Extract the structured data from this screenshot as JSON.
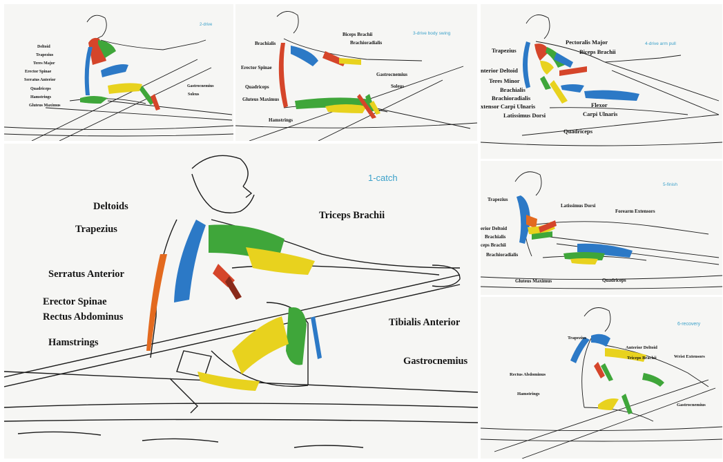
{
  "colors": {
    "caption": "#3aa0c9",
    "blue": "#2c79c6",
    "green": "#3fa63a",
    "yellow": "#e8d21e",
    "red": "#d5452a",
    "orange": "#e36a1f",
    "ink": "#1a1a1a",
    "paper": "#f6f6f4"
  },
  "panels": {
    "drive": {
      "caption": "2-drive",
      "labels": [
        "Deltoid",
        "Trapezius",
        "Teres Major",
        "Erector Spinae",
        "Serratus Anterior",
        "Quadriceps",
        "Hamstrings",
        "Gluteus Maximus",
        "Gastrocnemius",
        "Soleus"
      ]
    },
    "body_swing": {
      "caption": "3-drive body swing",
      "labels": [
        "Brachialis",
        "Biceps Brachii",
        "Brachioradialis",
        "Erector Spinae",
        "Gastrocnemius",
        "Quadriceps",
        "Soleus",
        "Gluteus Maximus",
        "Hamstrings"
      ]
    },
    "arm_pull": {
      "caption": "4-drive arm pull",
      "labels": [
        "Trapezius",
        "Pectoralis Major",
        "Biceps Brachii",
        "nterior Deltoid",
        "Teres Minor",
        "Brachialis",
        "Brachioradialis",
        "xtensor Carpi Ulnaris",
        "Latissimus Dorsi",
        "Flexor",
        "Carpi Ulnaris",
        "Quadriceps"
      ]
    },
    "catch": {
      "caption": "1-catch",
      "labels": [
        "Deltoids",
        "Trapezius",
        "Triceps Brachii",
        "Serratus Anterior",
        "Erector Spinae",
        "Rectus Abdominus",
        "Tibialis Anterior",
        "Hamstrings",
        "Gastrocnemius"
      ]
    },
    "finish": {
      "caption": "5-finish",
      "labels": [
        "Trapezius",
        "Latissimus Dorsi",
        "Forearm Extensors",
        "erior Deltoid",
        "Brachialis",
        "ceps Brachii",
        "Brachioradialis",
        "Gluteus Maximus",
        "Quadriceps"
      ]
    },
    "recovery": {
      "caption": "6-recovery",
      "labels": [
        "Trapezius",
        "Anterior Deltoid",
        "Triceps Brachii",
        "Wrist Extensors",
        "Rectus Abdominus",
        "Hamstrings",
        "Gastrocnemius"
      ]
    }
  }
}
